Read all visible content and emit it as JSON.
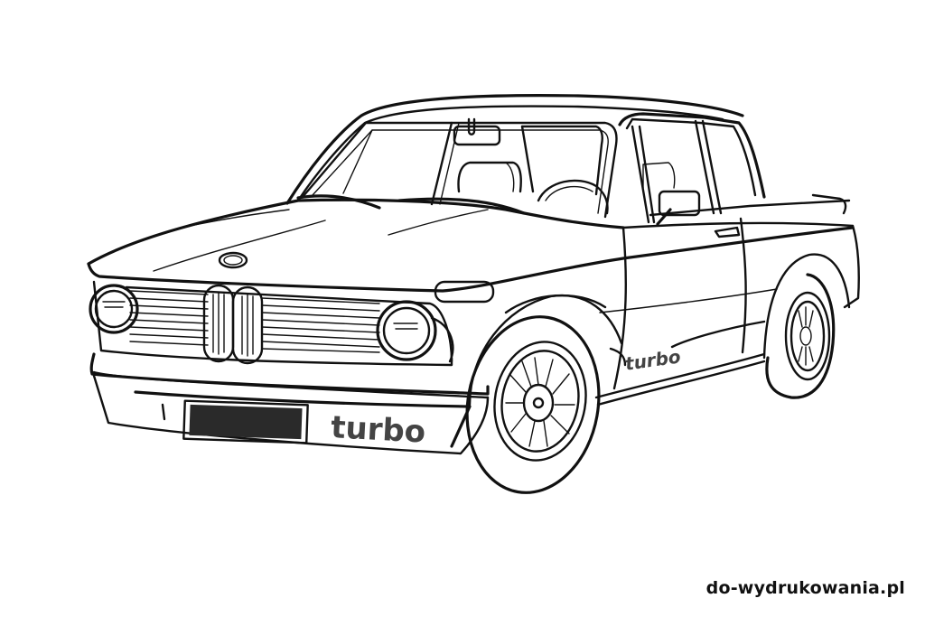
{
  "image": {
    "subject": "BMW 2002 Turbo coloring page line drawing",
    "style": "black line art on white background",
    "background_color": "#ffffff",
    "line_color": "#111111",
    "decal_color": "#444444"
  },
  "decals": {
    "front_bumper_text": "turbo",
    "side_text": "turbo"
  },
  "watermark": {
    "text": "do-wydrukowania.pl"
  }
}
